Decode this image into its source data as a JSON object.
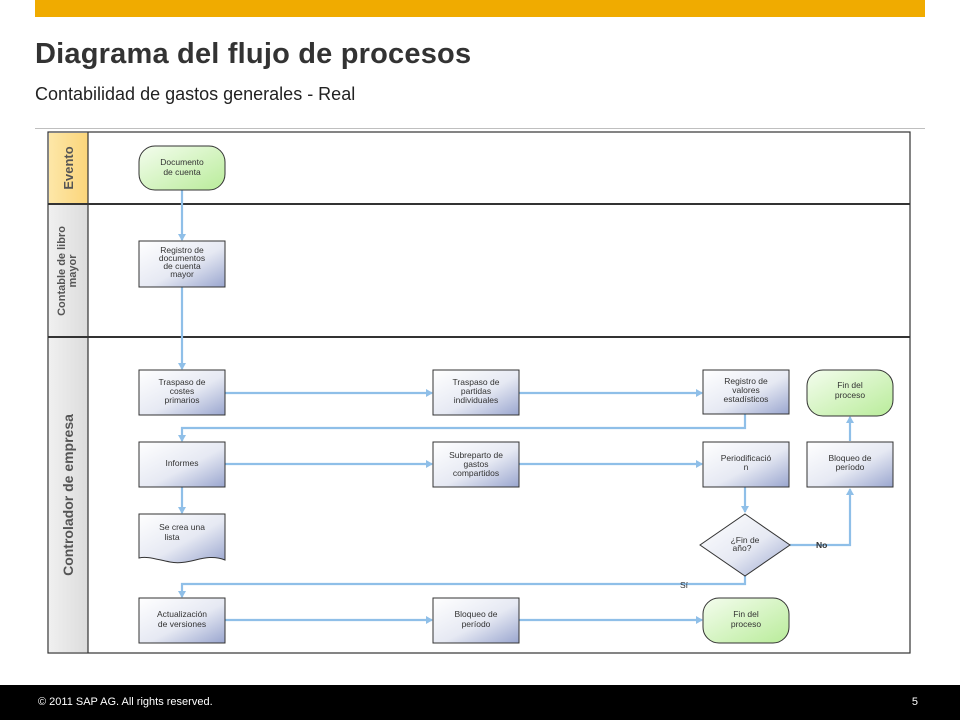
{
  "header": {
    "title": "Diagrama del flujo de procesos",
    "subtitle": "Contabilidad de gastos generales - Real"
  },
  "lanes": {
    "evento": "Evento",
    "contable": [
      "Contable de libro",
      "mayor"
    ],
    "controlador": "Controlador de empresa"
  },
  "nodes": {
    "documento_cuenta": [
      "Documento",
      "de cuenta"
    ],
    "registro_documentos": [
      "Registro de",
      "documentos",
      "de cuenta",
      "mayor"
    ],
    "traspaso_costes": [
      "Traspaso de",
      "costes",
      "primarios"
    ],
    "traspaso_partidas": [
      "Traspaso de",
      "partidas",
      "individuales"
    ],
    "registro_valores": [
      "Registro de",
      "valores",
      "estadísticos"
    ],
    "fin_proceso_1": [
      "Fin del",
      "proceso"
    ],
    "informes": [
      "Informes"
    ],
    "subreparto": [
      "Subreparto de",
      "gastos",
      "compartidos"
    ],
    "periodificacion": [
      "Periodificació",
      "n"
    ],
    "bloqueo_periodo_1": [
      "Bloqueo de",
      "período"
    ],
    "lista": [
      "Se crea una",
      "lista"
    ],
    "decision": [
      "¿Fin de",
      "año?"
    ],
    "actualizacion": [
      "Actualización",
      "de versiones"
    ],
    "bloqueo_periodo_2": [
      "Bloqueo de",
      "período"
    ],
    "fin_proceso_2": [
      "Fin del",
      "proceso"
    ]
  },
  "edge_labels": {
    "no": "No",
    "si": "Sí"
  },
  "footer": {
    "copyright": "© 2011 SAP AG. All rights reserved.",
    "page": "5"
  },
  "colors": {
    "accent": "#f0ab00",
    "event_fill": "#d6f5c2",
    "task_fill_light": "#ffffff",
    "task_fill_dark": "#aab4d6",
    "arrow": "#8fbfe8"
  }
}
